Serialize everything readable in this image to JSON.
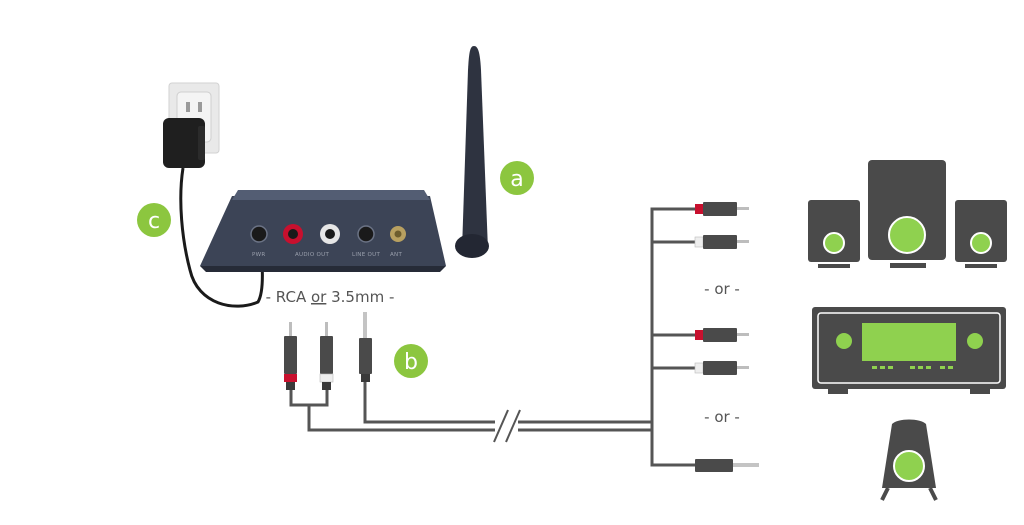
{
  "labels": {
    "a": "a",
    "b": "b",
    "c": "c"
  },
  "caption": {
    "prefix": "- RCA ",
    "or": "or",
    "suffix": " 3.5mm -"
  },
  "separators": [
    "- or -",
    "- or -"
  ],
  "ports": {
    "power": "PWR",
    "audio_out": "AUDIO OUT",
    "line_out": "LINE OUT",
    "ant": "ANT"
  },
  "colors": {
    "badge": "#8cc63f",
    "accent_green": "#8fd14f",
    "device_gray": "#4a4a4a",
    "plug_red": "#c8102e",
    "body_navy": "#3c4456",
    "cable": "#555555"
  },
  "icons": {
    "speaker_system": "speaker-set-icon",
    "receiver": "av-receiver-icon",
    "single_speaker": "powered-speaker-icon"
  }
}
